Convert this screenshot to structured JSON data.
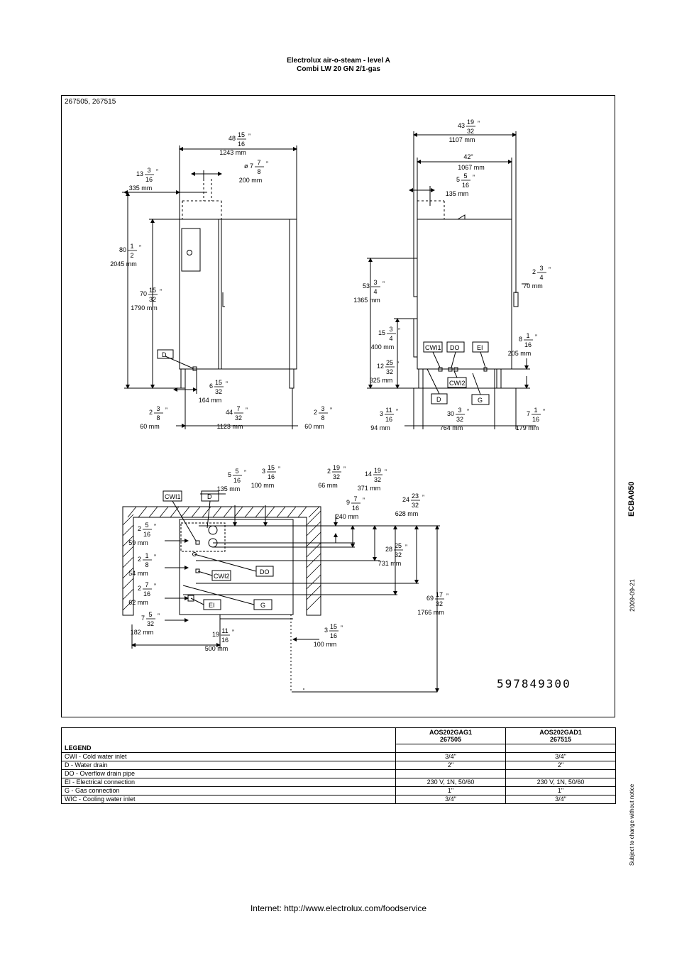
{
  "header": {
    "line1": "Electrolux air-o-steam - level A",
    "line2": "Combi LW 20 GN 2/1-gas"
  },
  "drawing": {
    "models": "267505, 267515",
    "part_number": "597849300",
    "labels": {
      "cwi1": "CWI1",
      "d": "D",
      "do": "DO",
      "ei": "EI",
      "cwi2": "CWI2",
      "g": "G"
    },
    "front": {
      "w_whole": "48",
      "w_num": "15",
      "w_den": "16",
      "w_mm": "1243 mm",
      "dia_whole": "ø 7",
      "dia_num": "7",
      "dia_den": "8",
      "dia_mm": "200 mm",
      "off_whole": "13",
      "off_num": "3",
      "off_den": "16",
      "off_mm": "335 mm",
      "h_whole": "80",
      "h_num": "1",
      "h_den": "2",
      "h_mm": "2045 mm",
      "h2_whole": "70",
      "h2_num": "15",
      "h2_den": "32",
      "h2_mm": "1790 mm",
      "d_whole": "6",
      "d_num": "15",
      "d_den": "32",
      "d_mm": "164 mm",
      "l_whole": "2",
      "l_num": "3",
      "l_den": "8",
      "l_mm": "60 mm",
      "m_whole": "44",
      "m_num": "7",
      "m_den": "32",
      "m_mm": "1123 mm",
      "r_whole": "2",
      "r_num": "3",
      "r_den": "8",
      "r_mm": "60 mm"
    },
    "side": {
      "a_whole": "43",
      "a_num": "19",
      "a_den": "32",
      "a_mm": "1107 mm",
      "b_text": "42\"",
      "b_mm": "1067 mm",
      "c_whole": "5",
      "c_num": "5",
      "c_den": "16",
      "c_mm": "135 mm",
      "h_whole": "53",
      "h_num": "3",
      "h_den": "4",
      "h_mm": "1365 mm",
      "h2_whole": "15",
      "h2_num": "3",
      "h2_den": "4",
      "h2_mm": "400 mm",
      "h3_whole": "12",
      "h3_num": "25",
      "h3_den": "32",
      "h3_mm": "325 mm",
      "r_whole": "2",
      "r_num": "3",
      "r_den": "4",
      "r_mm": "70 mm",
      "r2_whole": "8",
      "r2_num": "1",
      "r2_den": "16",
      "r2_mm": "205 mm",
      "bl_whole": "3",
      "bl_num": "11",
      "bl_den": "16",
      "bl_mm": "94 mm",
      "bm_whole": "30",
      "bm_num": "3",
      "bm_den": "32",
      "bm_mm": "764 mm",
      "br_whole": "7",
      "br_num": "1",
      "br_den": "16",
      "br_mm": "179 mm"
    },
    "plan": {
      "t1_whole": "5",
      "t1_num": "5",
      "t1_den": "16",
      "t1_mm": "135 mm",
      "t2_whole": "3",
      "t2_num": "15",
      "t2_den": "16",
      "t2_mm": "100 mm",
      "t3_whole": "2",
      "t3_num": "19",
      "t3_den": "32",
      "t3_mm": "66 mm",
      "t4_whole": "14",
      "t4_num": "19",
      "t4_den": "32",
      "t4_mm": "371 mm",
      "t5_whole": "24",
      "t5_num": "23",
      "t5_den": "32",
      "t5_mm": "628 mm",
      "t6_whole": "9",
      "t6_num": "7",
      "t6_den": "16",
      "t6_mm": "240 mm",
      "t7_whole": "28",
      "t7_num": "25",
      "t7_den": "32",
      "t7_mm": "731 mm",
      "t8_whole": "69",
      "t8_num": "17",
      "t8_den": "32",
      "t8_mm": "1766 mm",
      "l1_whole": "2",
      "l1_num": "5",
      "l1_den": "16",
      "l1_mm": "59 mm",
      "l2_whole": "2",
      "l2_num": "1",
      "l2_den": "8",
      "l2_mm": "54 mm",
      "l3_whole": "2",
      "l3_num": "7",
      "l3_den": "16",
      "l3_mm": "62 mm",
      "l4_whole": "7",
      "l4_num": "5",
      "l4_den": "32",
      "l4_mm": "182 mm",
      "b1_whole": "19",
      "b1_num": "11",
      "b1_den": "16",
      "b1_mm": "500 mm",
      "b2_whole": "3",
      "b2_num": "15",
      "b2_den": "16",
      "b2_mm": "100 mm"
    }
  },
  "side_text": {
    "code": "ECBA050",
    "date": "2009-09-21",
    "notice": "Subject to change without notice"
  },
  "table": {
    "col1": {
      "model": "AOS202GAG1",
      "code": "267505"
    },
    "col2": {
      "model": "AOS202GAD1",
      "code": "267515"
    },
    "legend_label": "LEGEND",
    "rows": [
      {
        "label": "CWI - Cold water inlet",
        "v1": "3/4\"",
        "v2": "3/4\""
      },
      {
        "label": "D - Water drain",
        "v1": "2\"",
        "v2": "2\""
      },
      {
        "label": "DO - Overflow drain pipe",
        "v1": "",
        "v2": ""
      },
      {
        "label": "EI - Electrical connection",
        "v1": "230 V, 1N, 50/60",
        "v2": "230 V, 1N, 50/60"
      },
      {
        "label": "G - Gas connection",
        "v1": "1\"",
        "v2": "1\""
      },
      {
        "label": "WIC - Cooling water inlet",
        "v1": "3/4\"",
        "v2": "3/4\""
      }
    ]
  },
  "footer": "Internet: http://www.electrolux.com/foodservice"
}
